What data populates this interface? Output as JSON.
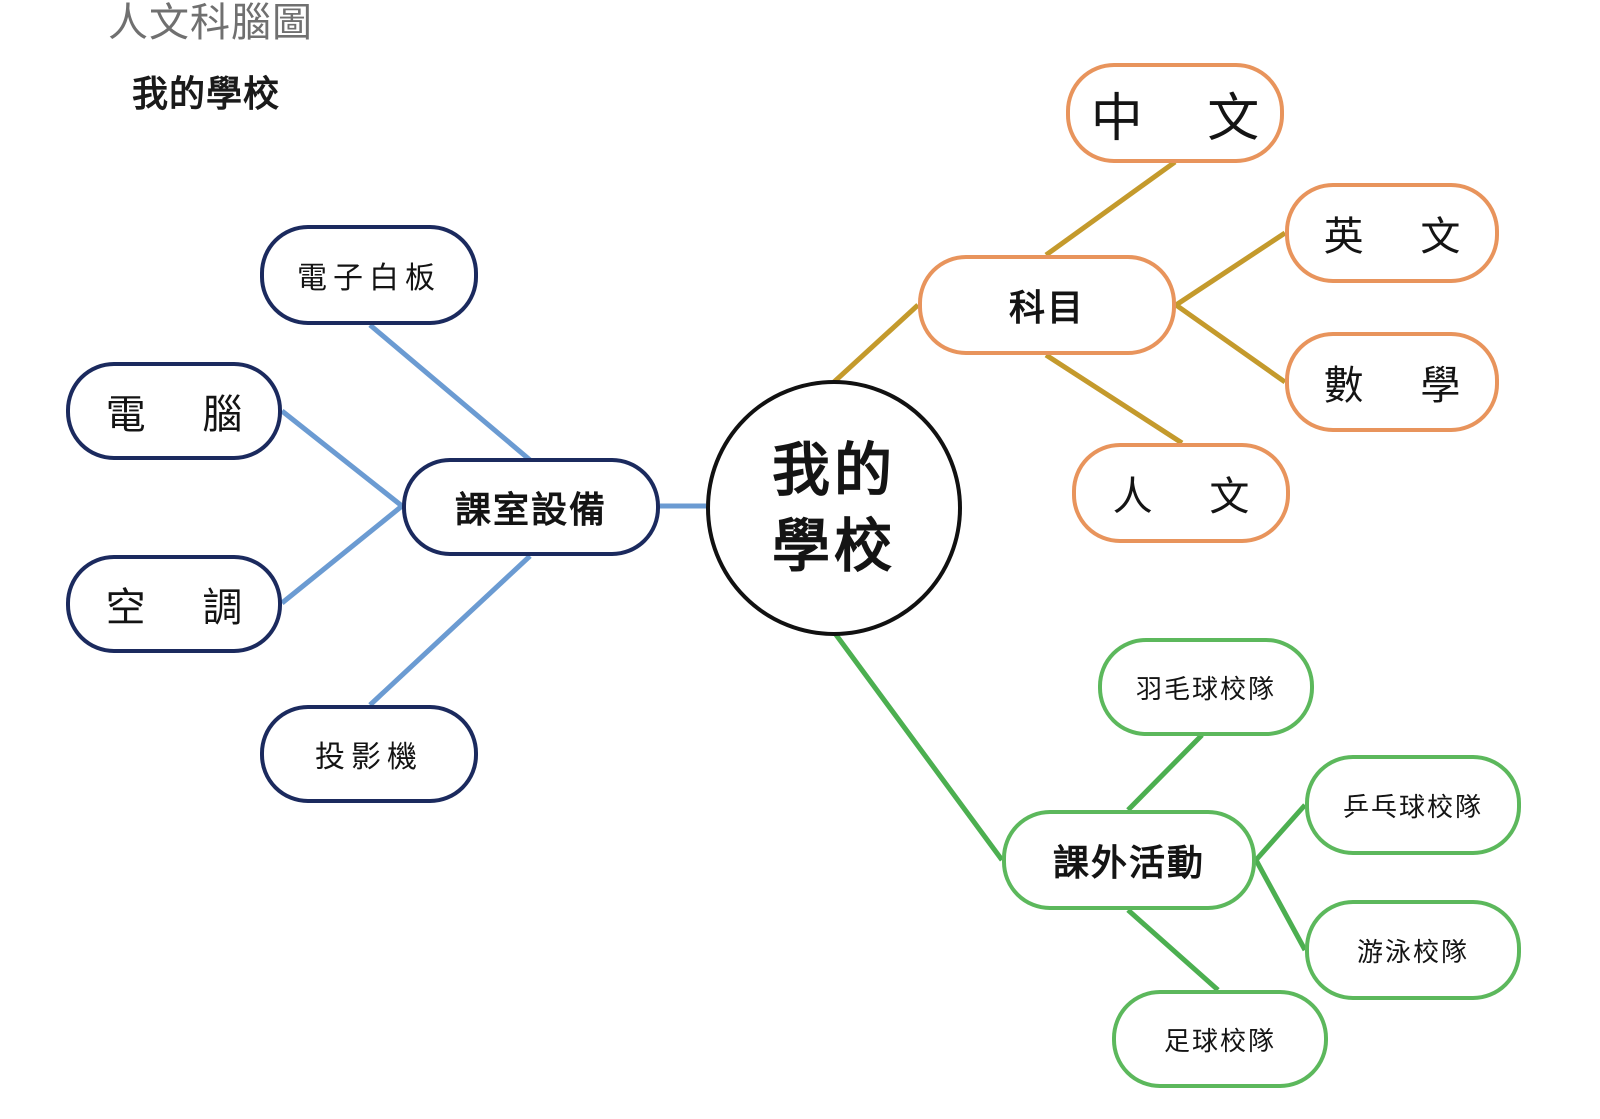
{
  "header": {
    "subject_caption": "人文科腦圖",
    "page_title": "我的學校"
  },
  "mind_map": {
    "center": "我的學校",
    "colors": {
      "center": "#111111",
      "classroom": "#1b2a5e",
      "classroom_line": "#6b9bd2",
      "subjects": "#e8945c",
      "subjects_line": "#c49a2c",
      "activities": "#5cb85c",
      "activities_line": "#4caf50"
    },
    "branches": {
      "classroom": {
        "label": "課室設備",
        "children": [
          "電子白板",
          "電 腦",
          "空 調",
          "投影機"
        ]
      },
      "subjects": {
        "label": "科目",
        "children": [
          "中 文",
          "英 文",
          "數 學",
          "人 文"
        ]
      },
      "activities": {
        "label": "課外活動",
        "children": [
          "羽毛球校隊",
          "乒乓球校隊",
          "游泳校隊",
          "足球校隊"
        ]
      }
    }
  }
}
